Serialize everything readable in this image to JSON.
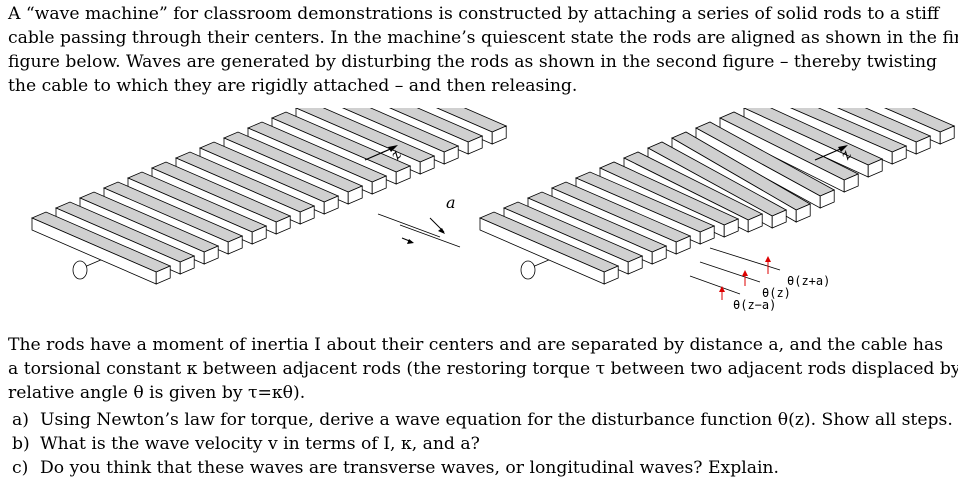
{
  "intro": {
    "lines": [
      "A “wave machine” for classroom demonstrations is constructed by attaching a series of solid rods to a stiff",
      "cable passing through their centers. In the machine’s quiescent state the rods are aligned as shown in the first",
      "figure below. Waves are generated by disturbing the rods as shown in the second figure – thereby twisting",
      "the cable to which they are rigidly attached – and then releasing."
    ]
  },
  "figure": {
    "left_axis_label": "z",
    "spacing_label": "a",
    "right_axis_label": "z",
    "angle_labels": [
      "θ(z+a)",
      "θ(z)",
      "θ(z−a)"
    ]
  },
  "body": {
    "lines": [
      "The rods have a moment of inertia I about their centers and are separated by distance a, and the cable has",
      "a torsional constant κ between adjacent rods (the restoring torque τ between two adjacent rods displaced by",
      "relative angle θ is given by τ=κθ)."
    ]
  },
  "questions": [
    {
      "label": "a)",
      "text": "Using Newton’s law for torque, derive a wave equation for the disturbance function θ(z). Show all steps."
    },
    {
      "label": "b)",
      "text": "What is the wave velocity v in terms of I, κ, and a?"
    },
    {
      "label": "c)",
      "text": "Do you think that these waves are transverse waves, or longitudinal waves? Explain."
    }
  ]
}
